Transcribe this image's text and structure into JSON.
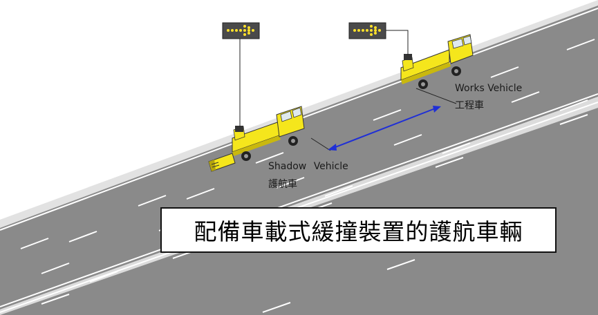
{
  "labels": {
    "works_vehicle_en": "Works Vehicle",
    "works_vehicle_zh": "工程車",
    "shadow_vehicle_en": "Shadow Vehicle",
    "shadow_vehicle_zh": "護航車"
  },
  "caption": "配備車載式緩撞裝置的護航車輛",
  "colors": {
    "road": "#808080",
    "shoulder": "#d4d4d4",
    "lane_marking": "#ffffff",
    "truck": "#f5e61c",
    "arrow": "#1f2fd6",
    "sign_panel": "#4a4a4a",
    "sign_lamp": "#ffe12a"
  },
  "icons": [
    "arrow-board-sign-icon",
    "truck-icon",
    "crash-cushion-icon",
    "double-arrow-icon"
  ]
}
